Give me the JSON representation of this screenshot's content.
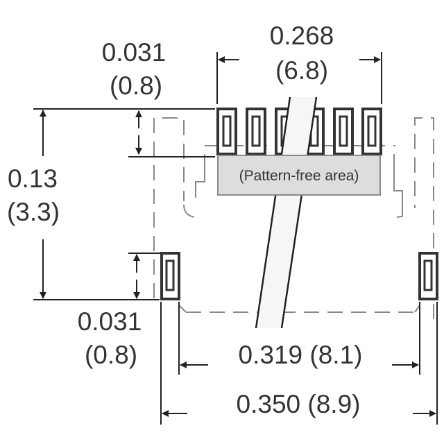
{
  "dimensions": {
    "top_pad_width": {
      "inch": "0.031",
      "mm": "(0.8)"
    },
    "top_span": {
      "inch": "0.268",
      "mm": "(6.8)"
    },
    "height": {
      "inch": "0.13",
      "mm": "(3.3)"
    },
    "bottom_pad_width": {
      "inch": "0.031",
      "mm": "(0.8)"
    },
    "inner_span": "0.319 (8.1)",
    "outer_span": "0.350 (8.9)"
  },
  "pattern_free_label": "(Pattern-free area)",
  "colors": {
    "line": "#222222",
    "outline": "#888888",
    "pattern_free_fill": "#dddddd"
  }
}
